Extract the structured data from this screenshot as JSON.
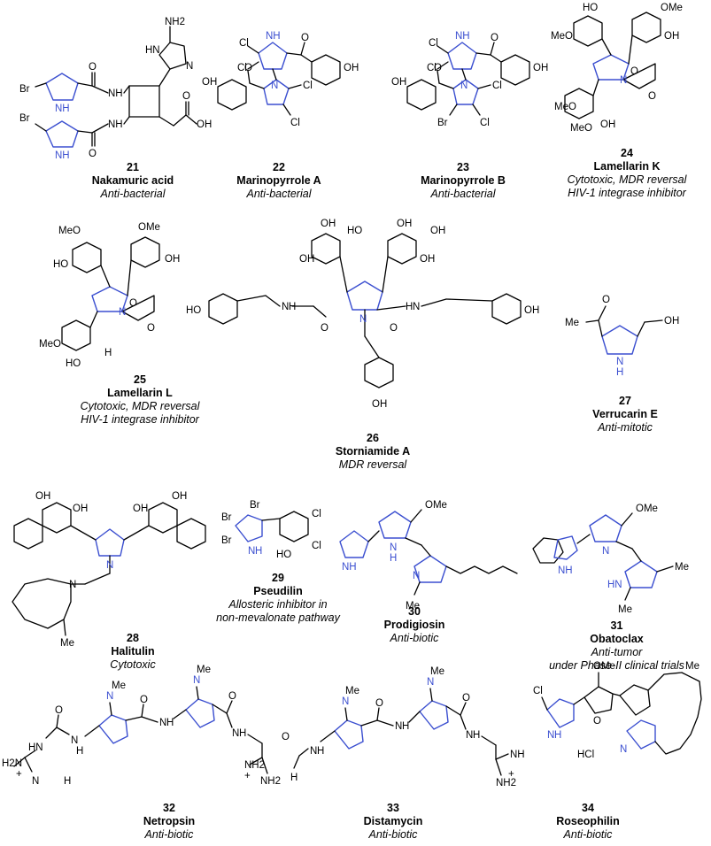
{
  "compounds": [
    {
      "id": "21",
      "name": "Nakamuric acid",
      "activity": [
        "Anti-bacterial"
      ]
    },
    {
      "id": "22",
      "name": "Marinopyrrole A",
      "activity": [
        "Anti-bacterial"
      ]
    },
    {
      "id": "23",
      "name": "Marinopyrrole B",
      "activity": [
        "Anti-bacterial"
      ]
    },
    {
      "id": "24",
      "name": "Lamellarin K",
      "activity": [
        "Cytotoxic, MDR reversal",
        "HIV-1 integrase inhibitor"
      ]
    },
    {
      "id": "25",
      "name": "Lamellarin L",
      "activity": [
        "Cytotoxic, MDR reversal",
        "HIV-1 integrase inhibitor"
      ]
    },
    {
      "id": "26",
      "name": "Storniamide A",
      "activity": [
        "MDR reversal"
      ]
    },
    {
      "id": "27",
      "name": "Verrucarin E",
      "activity": [
        "Anti-mitotic"
      ]
    },
    {
      "id": "28",
      "name": "Halitulin",
      "activity": [
        "Cytotoxic"
      ]
    },
    {
      "id": "29",
      "name": "Pseudilin",
      "activity": [
        "Allosteric inhibitor in",
        "non-mevalonate pathway"
      ]
    },
    {
      "id": "30",
      "name": "Prodigiosin",
      "activity": [
        "Anti-biotic"
      ]
    },
    {
      "id": "31",
      "name": "Obatoclax",
      "activity": [
        "Anti-tumor",
        "under Phase-II clinical trials"
      ]
    },
    {
      "id": "32",
      "name": "Netropsin",
      "activity": [
        "Anti-biotic"
      ]
    },
    {
      "id": "33",
      "name": "Distamycin",
      "activity": [
        "Anti-biotic"
      ]
    },
    {
      "id": "34",
      "name": "Roseophilin",
      "activity": [
        "Anti-biotic"
      ]
    }
  ],
  "atom_labels": {
    "c21": [
      "Br",
      "NH",
      "NH",
      "Br",
      "NH",
      "NH",
      "HN",
      "NH2",
      "N",
      "O",
      "O",
      "O",
      "OH"
    ],
    "c22": [
      "Cl",
      "NH",
      "Cl",
      "OH",
      "O",
      "O",
      "N",
      "Cl",
      "Cl",
      "OH"
    ],
    "c23": [
      "Cl",
      "NH",
      "Cl",
      "OH",
      "O",
      "O",
      "N",
      "Cl",
      "Br",
      "Cl",
      "OH"
    ],
    "c24": [
      "HO",
      "OMe",
      "MeO",
      "OH",
      "N",
      "O",
      "O",
      "MeO",
      "MeO",
      "OH"
    ],
    "c25": [
      "MeO",
      "OMe",
      "HO",
      "OH",
      "N",
      "O",
      "O",
      "MeO",
      "HO",
      "H"
    ],
    "c26": [
      "OH",
      "OH",
      "OH",
      "OH",
      "HO",
      "OH",
      "HO",
      "N",
      "H",
      "N",
      "H",
      "N",
      "O",
      "O",
      "OH",
      "OH"
    ],
    "c27": [
      "Me",
      "O",
      "OH",
      "N",
      "H"
    ],
    "c28": [
      "OH",
      "OH",
      "OH",
      "OH",
      "N",
      "N",
      "Me"
    ],
    "c29": [
      "Br",
      "Br",
      "Br",
      "N",
      "H",
      "Cl",
      "HO",
      "Cl"
    ],
    "c30": [
      "OMe",
      "NH",
      "N",
      "H",
      "N",
      "Me"
    ],
    "c31": [
      "OMe",
      "NH",
      "N",
      "HN",
      "Me",
      "Me"
    ],
    "c32": [
      "N",
      "Me",
      "N",
      "Me",
      "O",
      "N",
      "H",
      "O",
      "N",
      "H",
      "O",
      "H2N",
      "HN",
      "N",
      "H",
      "NH2",
      "NH2",
      "N",
      "H",
      "+",
      "+"
    ],
    "c33": [
      "N",
      "Me",
      "N",
      "Me",
      "O",
      "N",
      "H",
      "O",
      "N",
      "H",
      "O",
      "N",
      "H",
      "H",
      "NH",
      "NH2",
      "+"
    ],
    "c34": [
      "OMe",
      "Cl",
      "N",
      "H",
      "O",
      "Me",
      "N",
      "HCl"
    ]
  },
  "colors": {
    "pyrrole": "#3b4fd0",
    "bond": "#000000"
  }
}
